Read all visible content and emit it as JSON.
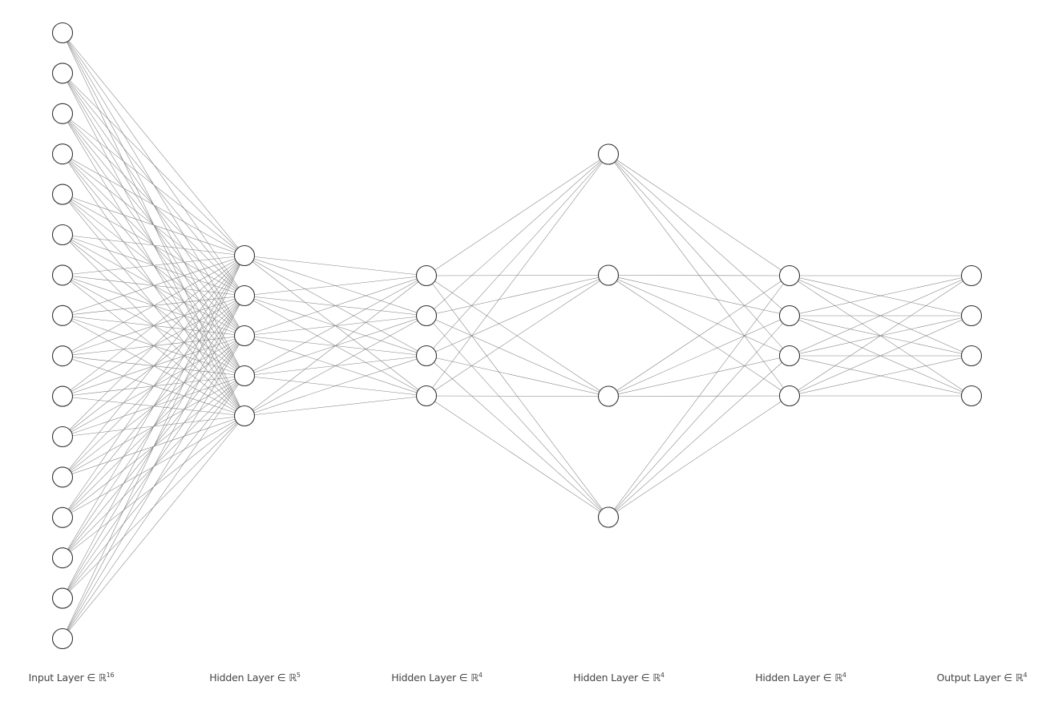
{
  "layers": [
    {
      "name": "Input Layer",
      "symbol": "∈ ℝ",
      "dimension": "16",
      "neurons": 16
    },
    {
      "name": "Hidden Layer",
      "symbol": "∈ ℝ",
      "dimension": "5",
      "neurons": 5
    },
    {
      "name": "Hidden Layer",
      "symbol": "∈ ℝ",
      "dimension": "4",
      "neurons": 4
    },
    {
      "name": "Hidden Layer",
      "symbol": "∈ ℝ",
      "dimension": "4",
      "neurons": 4
    },
    {
      "name": "Hidden Layer",
      "symbol": "∈ ℝ",
      "dimension": "4",
      "neurons": 4
    },
    {
      "name": "Output Layer",
      "symbol": "∈ ℝ",
      "dimension": "4",
      "neurons": 4
    }
  ],
  "connections": "fully-connected",
  "colors": {
    "node_fill": "#ffffff",
    "node_stroke": "#333333",
    "edge": "#808080",
    "label_text": "#444444"
  }
}
